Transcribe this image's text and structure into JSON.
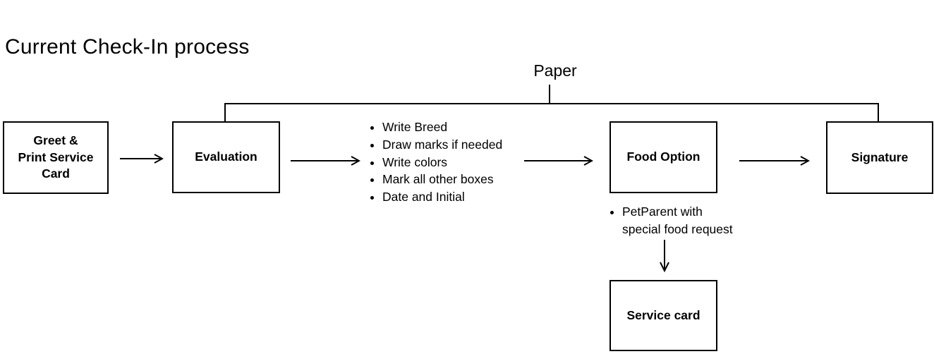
{
  "title": "Current Check-In process",
  "bracket": {
    "label": "Paper"
  },
  "nodes": {
    "greet": "Greet &\nPrint Service\nCard",
    "evaluation": "Evaluation",
    "food_option": "Food Option",
    "signature": "Signature",
    "service_card": "Service card"
  },
  "evaluation_notes": [
    "Write Breed",
    "Draw marks if needed",
    "Write colors",
    "Mark all other boxes",
    "Date and Initial"
  ],
  "food_option_notes": [
    "PetParent with\nspecial food request"
  ],
  "colors": {
    "line": "#000000",
    "text": "#000000",
    "background": "#ffffff"
  }
}
